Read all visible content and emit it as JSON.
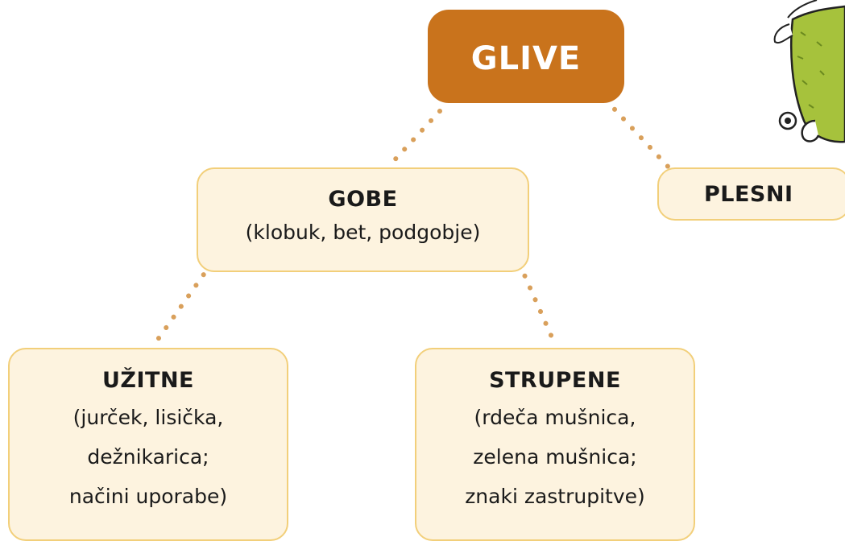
{
  "diagram": {
    "root": {
      "title": "GLIVE"
    },
    "gobe": {
      "title": "GOBE",
      "lines": [
        "(klobuk, bet, podgobje)"
      ]
    },
    "plesni": {
      "title": "PLESNI"
    },
    "uzitne": {
      "title": "UŽITNE",
      "lines": [
        "(jurček, lisička,",
        "dežnikarica;",
        "načini uporabe)"
      ]
    },
    "strupene": {
      "title": "STRUPENE",
      "lines": [
        "(rdeča mušnica,",
        "zelena mušnica;",
        "znaki zastrupitve)"
      ]
    }
  },
  "colors": {
    "root_fill": "#c9731c",
    "node_fill": "#fdf3df",
    "node_border": "#f2cf7a",
    "connector": "#d9a05b",
    "mascot_green": "#a6c23c"
  },
  "mascot": {
    "icon": "mushroom-mascot-icon"
  }
}
